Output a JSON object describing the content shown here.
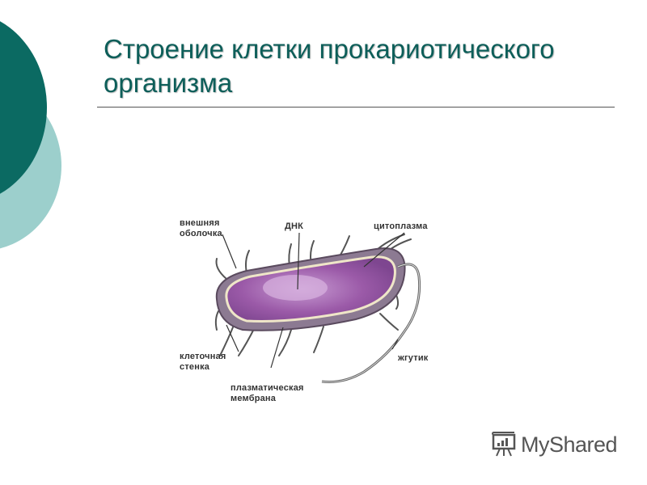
{
  "slide": {
    "title": "Строение клетки прокариотического организма",
    "colors": {
      "title": "#0d5e59",
      "circle_dark": "#0b6a62",
      "circle_light": "#9ccfcc",
      "cell_fill": "#9b5aa8"
    }
  },
  "diagram": {
    "labels": {
      "outer_shell": "внешняя оболочка",
      "dna": "ДНК",
      "cytoplasm": "цитоплазма",
      "cell_wall": "клеточная стенка",
      "flagellum": "жгутик",
      "plasma_membrane": "плазматическая мембрана"
    }
  },
  "watermark": {
    "text": "MyShared",
    "icon": "presentation-board-icon"
  }
}
